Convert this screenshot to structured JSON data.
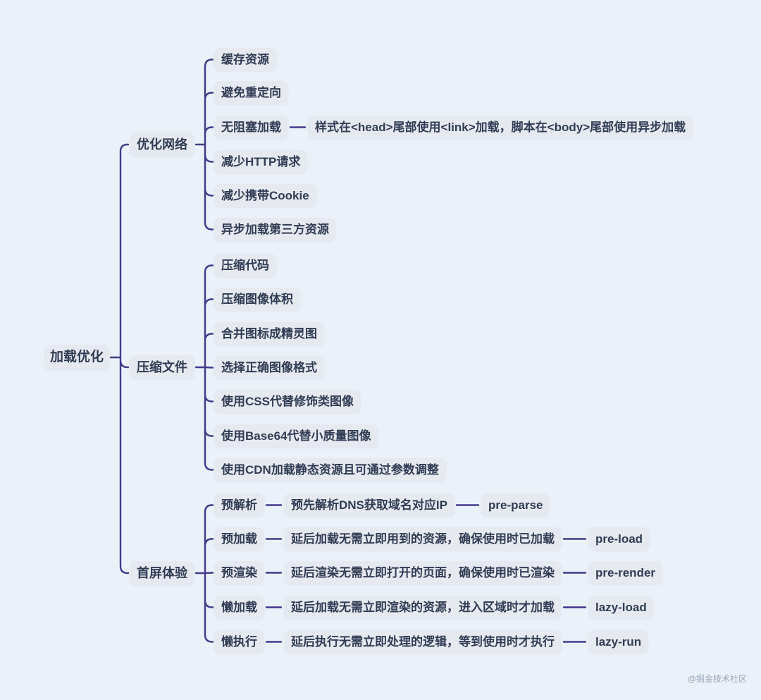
{
  "page": {
    "background": "#eaf1f9",
    "node_background": "#e7e9f0",
    "text_color": "#313c55",
    "line_color": "#46398a",
    "watermark": "@掘金技术社区"
  },
  "mindmap": {
    "root": {
      "label": "加载优化"
    },
    "branches": [
      {
        "label": "优化网络",
        "children": [
          {
            "label": "缓存资源"
          },
          {
            "label": "避免重定向"
          },
          {
            "label": "无阻塞加载",
            "note": "样式在<head>尾部使用<link>加载，脚本在<body>尾部使用异步加载"
          },
          {
            "label": "减少HTTP请求"
          },
          {
            "label": "减少携带Cookie"
          },
          {
            "label": "异步加载第三方资源"
          }
        ]
      },
      {
        "label": "压缩文件",
        "children": [
          {
            "label": "压缩代码"
          },
          {
            "label": "压缩图像体积"
          },
          {
            "label": "合并图标成精灵图"
          },
          {
            "label": "选择正确图像格式"
          },
          {
            "label": "使用CSS代替修饰类图像"
          },
          {
            "label": "使用Base64代替小质量图像"
          },
          {
            "label": "使用CDN加载静态资源且可通过参数调整"
          }
        ]
      },
      {
        "label": "首屏体验",
        "children": [
          {
            "label": "预解析",
            "note": "预先解析DNS获取域名对应IP",
            "tag": "pre-parse"
          },
          {
            "label": "预加载",
            "note": "延后加载无需立即用到的资源，确保使用时已加载",
            "tag": "pre-load"
          },
          {
            "label": "预渲染",
            "note": "延后渲染无需立即打开的页面，确保使用时已渲染",
            "tag": "pre-render"
          },
          {
            "label": "懒加载",
            "note": "延后加载无需立即渲染的资源，进入区域时才加载",
            "tag": "lazy-load"
          },
          {
            "label": "懒执行",
            "note": "延后执行无需立即处理的逻辑，等到使用时才执行",
            "tag": "lazy-run"
          }
        ]
      }
    ]
  }
}
